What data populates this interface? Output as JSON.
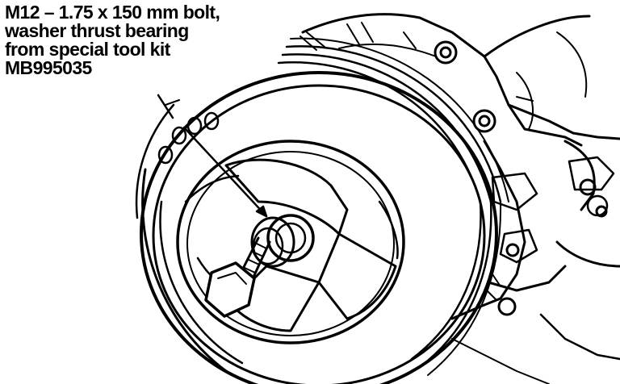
{
  "callout": {
    "lines": [
      "M12 – 1.75 x 150 mm bolt,",
      "washer thrust bearing",
      "from special tool kit",
      "MB995035"
    ]
  },
  "colors": {
    "ink": "#000000",
    "paper": "#ffffff"
  }
}
